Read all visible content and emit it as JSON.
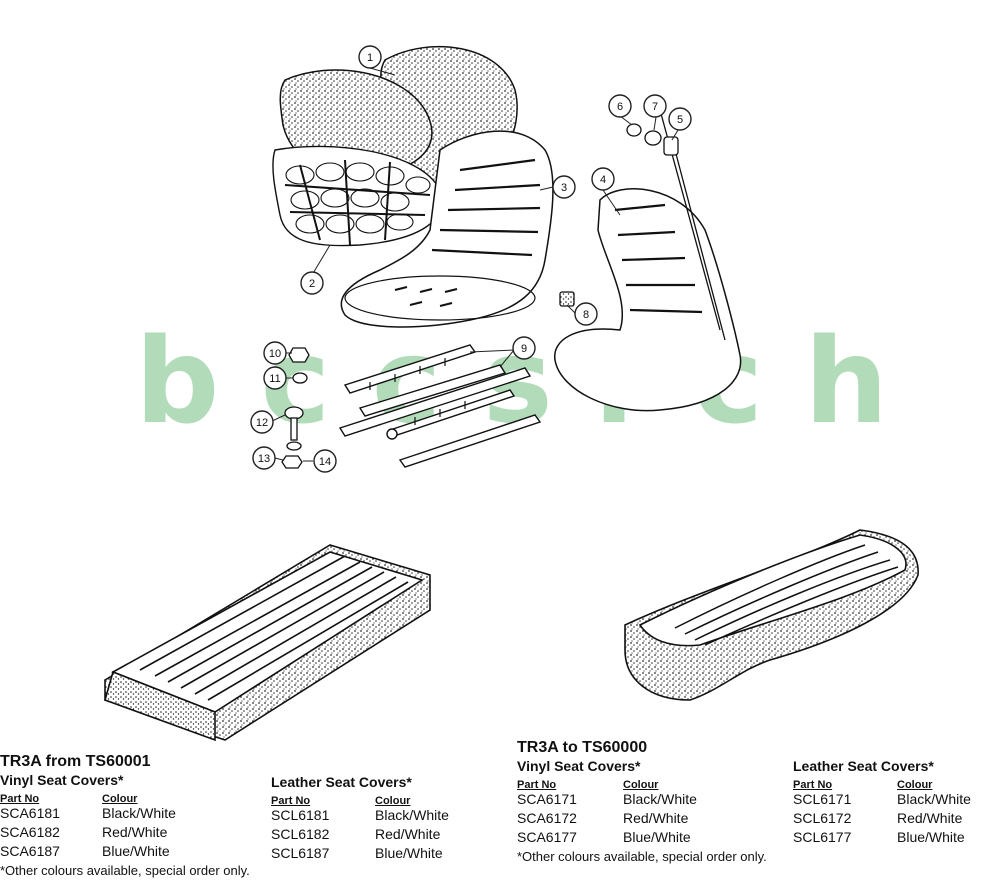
{
  "watermark": "b c c s r c h",
  "callouts": [
    "1",
    "2",
    "3",
    "4",
    "5",
    "6",
    "7",
    "8",
    "9",
    "10",
    "11",
    "12",
    "13",
    "14"
  ],
  "left": {
    "title": "TR3A from TS60001",
    "vinyl": {
      "heading": "Vinyl Seat Covers*",
      "part_header": "Part No",
      "colour_header": "Colour",
      "rows": [
        {
          "part": "SCA6181",
          "colour": "Black/White"
        },
        {
          "part": "SCA6182",
          "colour": "Red/White"
        },
        {
          "part": "SCA6187",
          "colour": "Blue/White"
        }
      ]
    },
    "leather": {
      "heading": "Leather Seat Covers*",
      "part_header": "Part No",
      "colour_header": "Colour",
      "rows": [
        {
          "part": "SCL6181",
          "colour": "Black/White"
        },
        {
          "part": "SCL6182",
          "colour": "Red/White"
        },
        {
          "part": "SCL6187",
          "colour": "Blue/White"
        }
      ]
    },
    "note": "*Other colours available, special order only."
  },
  "right": {
    "title": "TR3A to TS60000",
    "vinyl": {
      "heading": "Vinyl Seat Covers*",
      "part_header": "Part No",
      "colour_header": "Colour",
      "rows": [
        {
          "part": "SCA6171",
          "colour": "Black/White"
        },
        {
          "part": "SCA6172",
          "colour": "Red/White"
        },
        {
          "part": "SCA6177",
          "colour": "Blue/White"
        }
      ]
    },
    "leather": {
      "heading": "Leather Seat Covers*",
      "part_header": "Part No",
      "colour_header": "Colour",
      "rows": [
        {
          "part": "SCL6171",
          "colour": "Black/White"
        },
        {
          "part": "SCL6172",
          "colour": "Red/White"
        },
        {
          "part": "SCL6177",
          "colour": "Blue/White"
        }
      ]
    },
    "note": "*Other colours available, special order only."
  }
}
